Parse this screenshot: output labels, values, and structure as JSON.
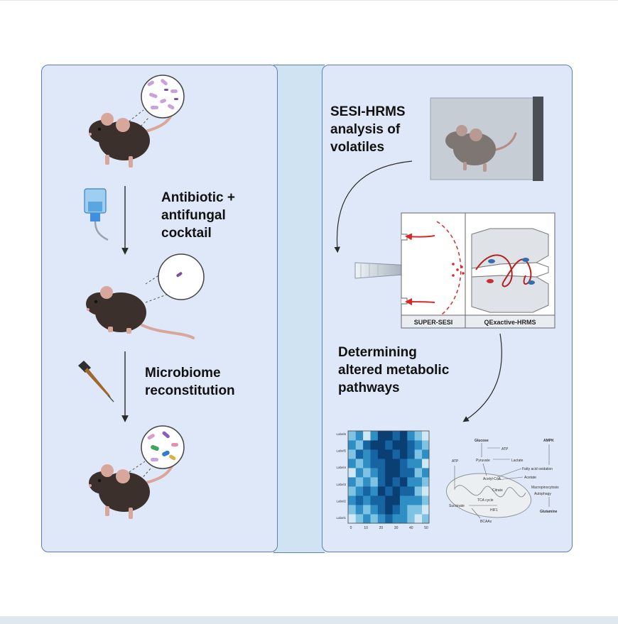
{
  "left_panel": {
    "step1_label": "Antibiotic +\nantifungal\ncocktail",
    "step2_label": "Microbiome\nreconstitution"
  },
  "right_panel": {
    "sesi_label": "SESI-HRMS\nanalysis of\nvolatiles",
    "instrument_left_label": "SUPER-SESI",
    "instrument_right_label": "QExactive-HRMS",
    "pathways_label": "Determining\naltered metabolic\npathways"
  },
  "heatmap": {
    "row_labels": [
      "Label6",
      "Label5",
      "Label4",
      "Label3",
      "Label2",
      "Label1"
    ],
    "x_ticks": [
      "0",
      "10",
      "20",
      "30",
      "40",
      "50"
    ],
    "cells": [
      [
        1,
        2,
        0,
        2,
        4,
        4,
        3,
        4,
        2,
        1,
        0
      ],
      [
        2,
        1,
        3,
        4,
        4,
        3,
        4,
        4,
        3,
        2,
        1
      ],
      [
        1,
        3,
        2,
        3,
        4,
        4,
        3,
        4,
        3,
        1,
        2
      ],
      [
        2,
        1,
        2,
        3,
        3,
        4,
        4,
        3,
        2,
        2,
        0
      ],
      [
        0,
        2,
        1,
        2,
        3,
        4,
        4,
        3,
        3,
        1,
        2
      ],
      [
        2,
        1,
        2,
        1,
        3,
        4,
        3,
        4,
        2,
        2,
        1
      ],
      [
        1,
        2,
        3,
        2,
        4,
        3,
        4,
        3,
        3,
        1,
        0
      ],
      [
        2,
        3,
        2,
        3,
        3,
        4,
        4,
        2,
        2,
        2,
        1
      ],
      [
        1,
        2,
        1,
        2,
        3,
        4,
        3,
        2,
        1,
        1,
        0
      ],
      [
        0,
        1,
        2,
        1,
        2,
        3,
        2,
        2,
        1,
        0,
        1
      ]
    ],
    "palette": [
      "#cfe8f4",
      "#7fc3e2",
      "#2f8fc4",
      "#1764a3",
      "#0a3f73"
    ]
  },
  "pathway_map": {
    "labels": [
      "Glucose",
      "ATP",
      "Pyruvate",
      "Lactate",
      "AMPK",
      "Fatty acid oxidation",
      "Acetate",
      "Acetyl-CoA",
      "Citrate",
      "TCA cycle",
      "Succinate",
      "Macropinocytosis",
      "Autophagy",
      "Glutamine",
      "BCAAs",
      "ATP",
      "HIF1"
    ]
  },
  "colors": {
    "panel_fill": "#dfe8f8",
    "panel_border": "#5b7fb3",
    "connector_fill": "#cfe3f3",
    "mouse_body": "#3b302c",
    "mouse_ear": "#d8a79c",
    "spray": "#33c8e8",
    "field_line": "#d62828"
  }
}
